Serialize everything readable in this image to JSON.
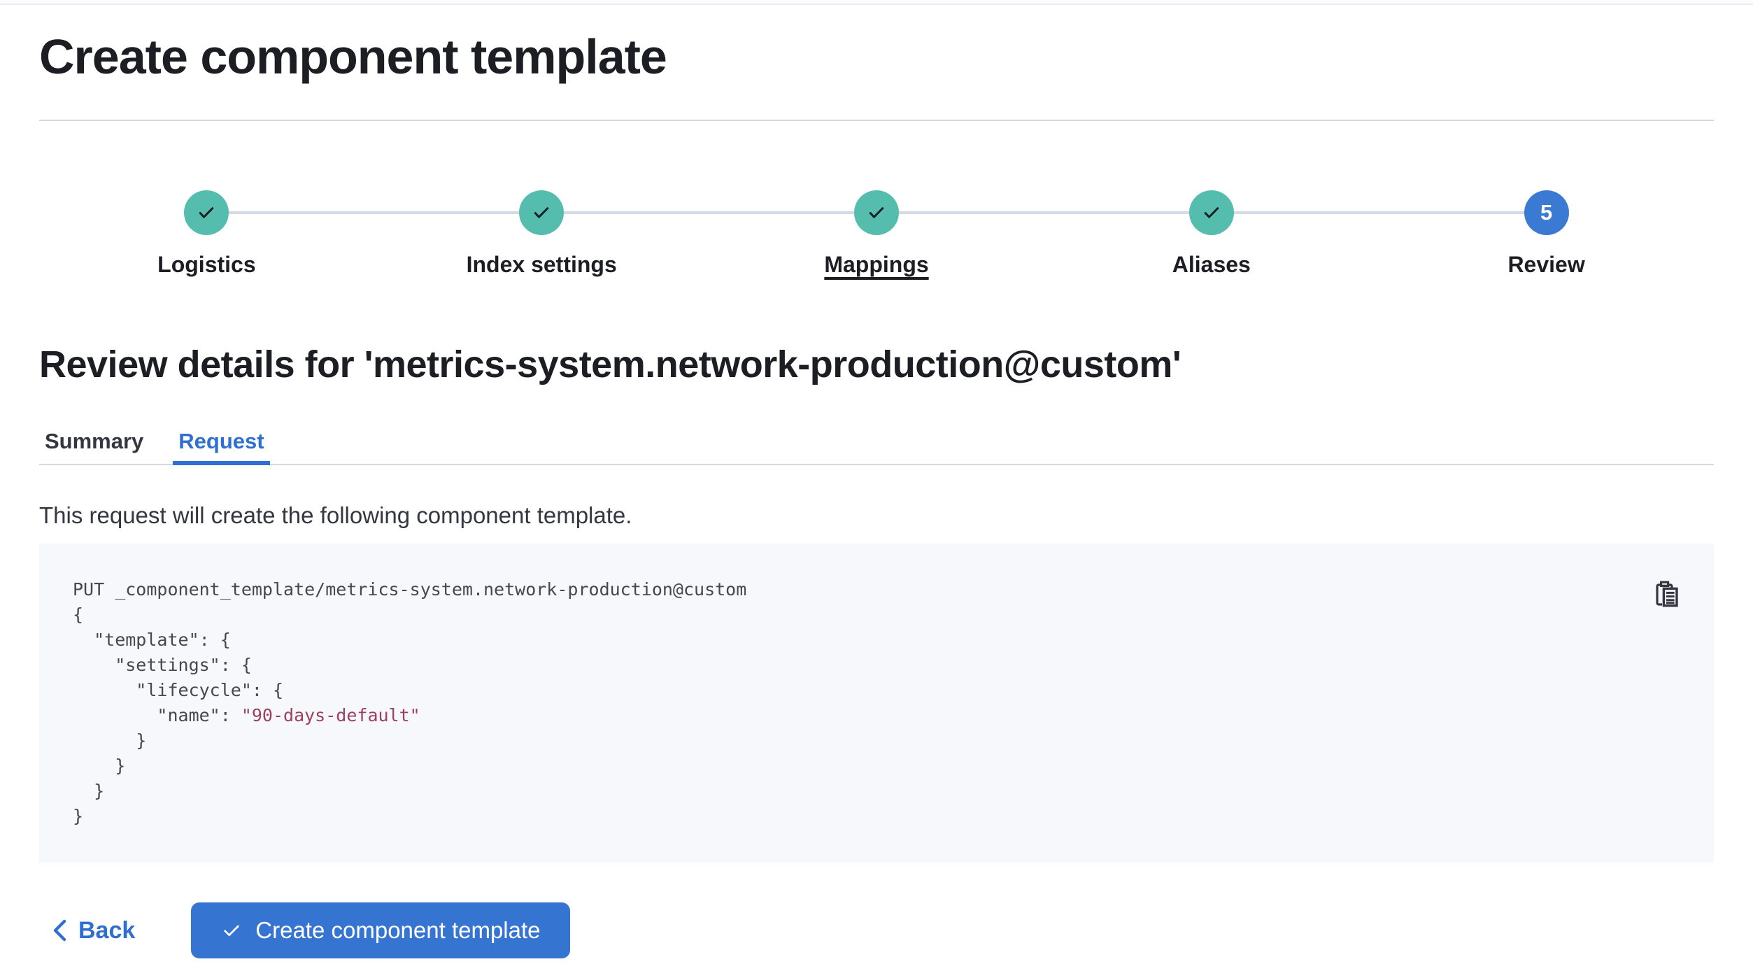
{
  "page": {
    "title": "Create component template",
    "review_heading": "Review details for 'metrics-system.network-production@custom'"
  },
  "stepper": {
    "steps": [
      {
        "label": "Logistics",
        "status": "complete"
      },
      {
        "label": "Index settings",
        "status": "complete"
      },
      {
        "label": "Mappings",
        "status": "complete",
        "underlined": true
      },
      {
        "label": "Aliases",
        "status": "complete"
      },
      {
        "label": "Review",
        "status": "current",
        "number": "5"
      }
    ]
  },
  "tabs": [
    {
      "label": "Summary",
      "active": false
    },
    {
      "label": "Request",
      "active": true
    }
  ],
  "request_tab": {
    "description": "This request will create the following component template.",
    "code": {
      "lines": [
        {
          "text": "PUT _component_template/metrics-system.network-production@custom"
        },
        {
          "text": "{"
        },
        {
          "text": "  \"template\": {"
        },
        {
          "text": "    \"settings\": {"
        },
        {
          "text": "      \"lifecycle\": {"
        },
        {
          "prefix": "        \"name\": ",
          "string": "\"90-days-default\""
        },
        {
          "text": "      }"
        },
        {
          "text": "    }"
        },
        {
          "text": "  }"
        },
        {
          "text": "}"
        }
      ]
    },
    "copy_icon": "copy-clipboard-icon"
  },
  "footer": {
    "back_label": "Back",
    "create_label": "Create component template"
  },
  "colors": {
    "step_complete": "#55bdae",
    "step_current": "#3b7ad3",
    "primary_button": "#3575d1",
    "link_blue": "#2e6fd1",
    "code_string": "#9d405c",
    "divider": "#d3dae6",
    "code_background": "#f7f8fc"
  }
}
